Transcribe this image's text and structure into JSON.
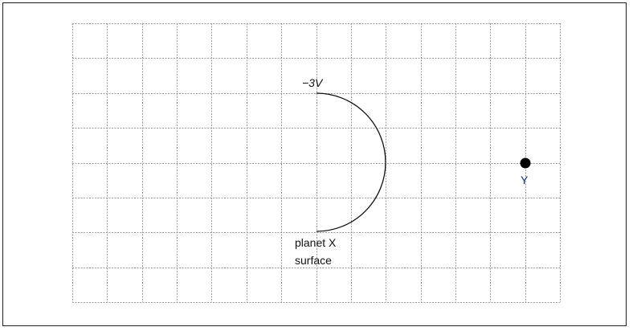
{
  "diagram": {
    "grid": {
      "columns": 14,
      "rows": 8,
      "line_style": "dashed",
      "line_color": "#9a9a9a"
    },
    "equipotential_label": "−3V",
    "surface_label_line1": "planet X",
    "surface_label_line2": "surface",
    "point_label": "Y",
    "colors": {
      "curve": "#111111",
      "point": "#000000",
      "point_label": "#1a2a7a"
    }
  }
}
